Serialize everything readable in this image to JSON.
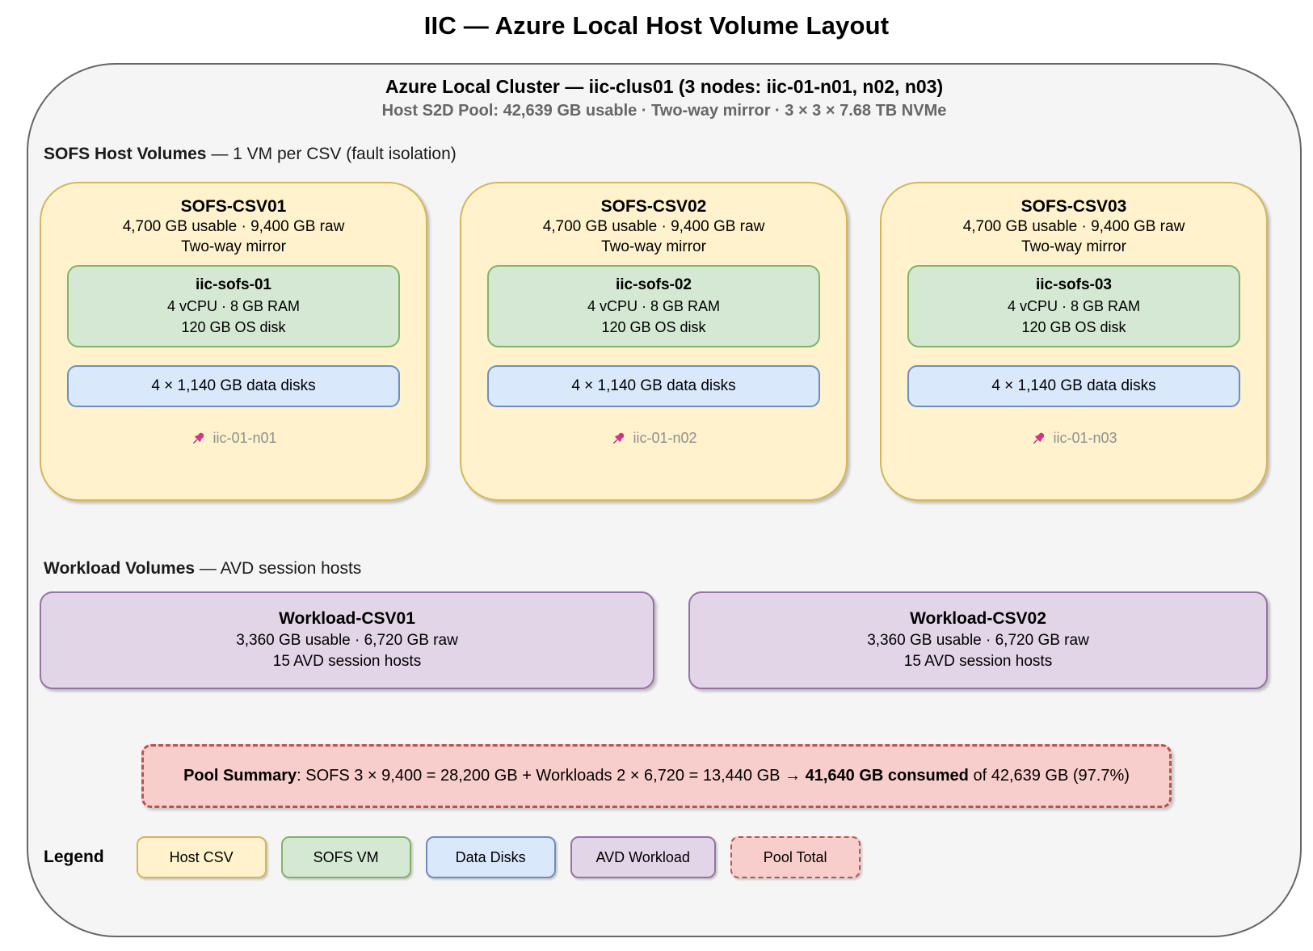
{
  "page_title": "IIC — Azure Local Host Volume Layout",
  "cluster": {
    "title": "Azure Local Cluster — iic-clus01 (3 nodes: iic-01-n01, n02, n03)",
    "subtitle": "Host S2D Pool: 42,639 GB usable · Two-way mirror · 3 × 3 × 7.68 TB NVMe"
  },
  "sofs_section": {
    "label_bold": "SOFS Host Volumes",
    "label_rest": " — 1 VM per CSV (fault isolation)",
    "cards": [
      {
        "title": "SOFS-CSV01",
        "capacity": "4,700 GB usable · 9,400 GB raw",
        "resiliency": "Two-way mirror",
        "vm_name": "iic-sofs-01",
        "vm_specs": "4 vCPU · 8 GB RAM",
        "vm_os_disk": "120 GB OS disk",
        "data_disks": "4 × 1,140 GB data disks",
        "pin_icon": "pushpin",
        "node": "iic-01-n01"
      },
      {
        "title": "SOFS-CSV02",
        "capacity": "4,700 GB usable · 9,400 GB raw",
        "resiliency": "Two-way mirror",
        "vm_name": "iic-sofs-02",
        "vm_specs": "4 vCPU · 8 GB RAM",
        "vm_os_disk": "120 GB OS disk",
        "data_disks": "4 × 1,140 GB data disks",
        "pin_icon": "pushpin",
        "node": "iic-01-n02"
      },
      {
        "title": "SOFS-CSV03",
        "capacity": "4,700 GB usable · 9,400 GB raw",
        "resiliency": "Two-way mirror",
        "vm_name": "iic-sofs-03",
        "vm_specs": "4 vCPU · 8 GB RAM",
        "vm_os_disk": "120 GB OS disk",
        "data_disks": "4 × 1,140 GB data disks",
        "pin_icon": "pushpin",
        "node": "iic-01-n03"
      }
    ]
  },
  "workload_section": {
    "label_bold": "Workload Volumes",
    "label_rest": " — AVD session hosts",
    "cards": [
      {
        "title": "Workload-CSV01",
        "capacity": "3,360 GB usable · 6,720 GB raw",
        "hosts": "15 AVD session hosts"
      },
      {
        "title": "Workload-CSV02",
        "capacity": "3,360 GB usable · 6,720 GB raw",
        "hosts": "15 AVD session hosts"
      }
    ]
  },
  "pool_summary": {
    "label_bold": "Pool Summary",
    "equation": ": SOFS 3 × 9,400 = 28,200 GB + Workloads 2 × 6,720 = 13,440 GB → ",
    "consumed_bold": "41,640 GB consumed",
    "suffix": " of 42,639 GB (97.7%)"
  },
  "legend": {
    "label": "Legend",
    "items": [
      {
        "label": "Host CSV"
      },
      {
        "label": "SOFS VM"
      },
      {
        "label": "Data Disks"
      },
      {
        "label": "AVD Workload"
      },
      {
        "label": "Pool Total"
      }
    ]
  },
  "colors": {
    "host_csv_fill": "#FFF2CC",
    "host_csv_border": "#D6B656",
    "sofs_vm_fill": "#D5E8D4",
    "sofs_vm_border": "#82B366",
    "data_disks_fill": "#DAE8FC",
    "data_disks_border": "#6C8EBF",
    "avd_workload_fill": "#E1D5E7",
    "avd_workload_border": "#9673A6",
    "pool_total_fill": "#F8CECC",
    "pool_total_border": "#B85450",
    "cluster_fill": "#F5F5F5",
    "cluster_border": "#666666",
    "pin": "#D63384"
  }
}
